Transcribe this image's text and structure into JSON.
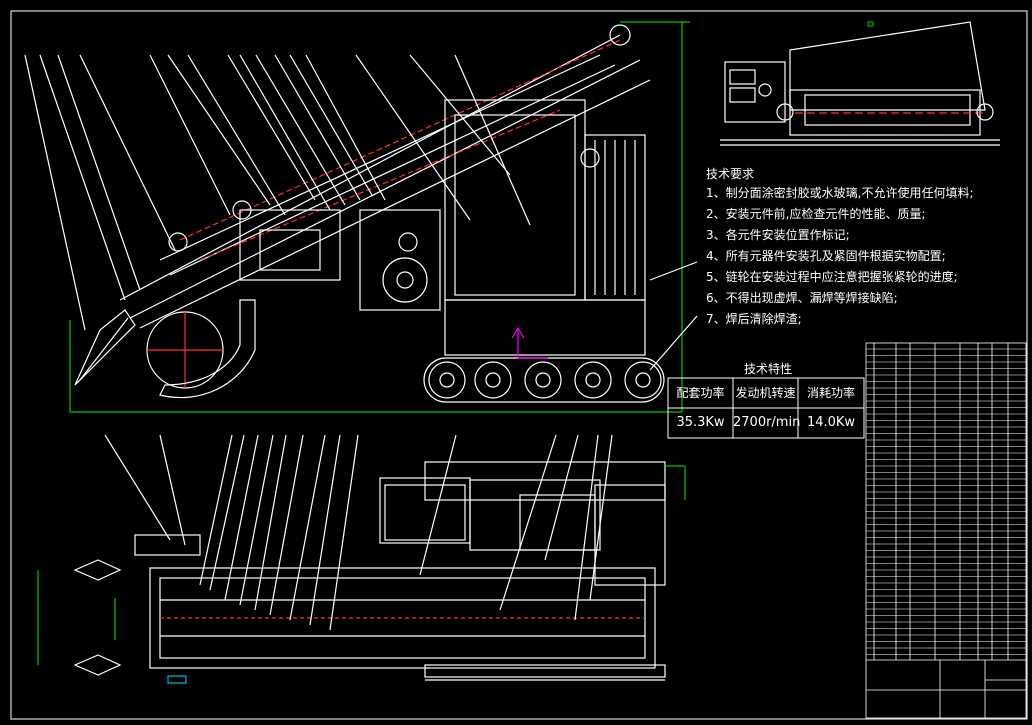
{
  "requirements": {
    "title": "技术要求",
    "items": [
      "1、制分面涂密封胶或水玻璃,不允许使用任何填料;",
      "2、安装元件前,应检查元件的性能、质量;",
      "3、各元件安装位置作标记;",
      "4、所有元器件安装孔及紧固件根据实物配置;",
      "5、链轮在安装过程中应注意把握张紧轮的进度;",
      "6、不得出现虚焊、漏焊等焊接缺陷;",
      "7、焊后清除焊渣;"
    ]
  },
  "specs": {
    "title": "技术特性",
    "headers": [
      "配套功率",
      "发动机转速",
      "消耗功率"
    ],
    "values": [
      "35.3Kw",
      "2700r/min",
      "14.0Kw"
    ]
  },
  "colors": {
    "background": "#000000",
    "line_white": "#ffffff",
    "line_red": "#ff3030",
    "line_green": "#00c800",
    "line_magenta": "#ff00ff",
    "line_cyan": "#00e0ff"
  }
}
